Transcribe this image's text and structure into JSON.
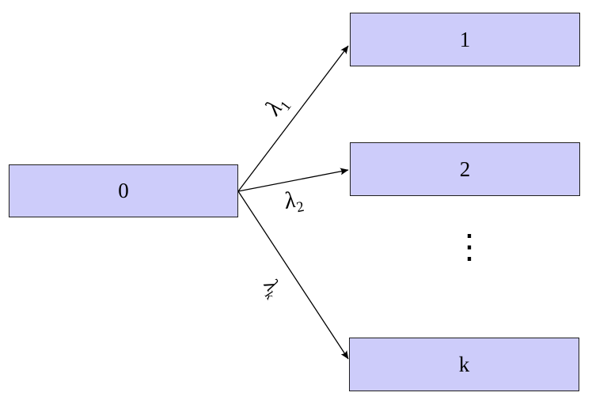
{
  "diagram": {
    "type": "state-transition-diagram",
    "background": "#ffffff",
    "colors": {
      "node_fill": "#cdccfa",
      "node_border": "#1f1f1f",
      "arrow": "#000000",
      "text": "#000000"
    },
    "nodes": [
      {
        "id": "0",
        "label": "0"
      },
      {
        "id": "1",
        "label": "1"
      },
      {
        "id": "2",
        "label": "2"
      },
      {
        "id": "k",
        "label": "k"
      }
    ],
    "ellipsis": "⋮",
    "edges": [
      {
        "from": "0",
        "to": "1",
        "label": "λ",
        "subscript": "1"
      },
      {
        "from": "0",
        "to": "2",
        "label": "λ",
        "subscript": "2"
      },
      {
        "from": "0",
        "to": "k",
        "label": "λ",
        "subscript": "k"
      }
    ]
  }
}
